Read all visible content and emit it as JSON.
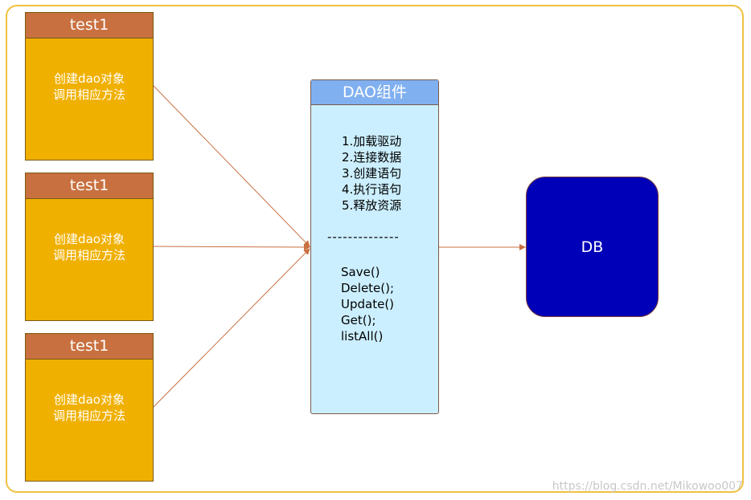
{
  "clients": [
    {
      "title": "test1",
      "line1": "创建dao对象",
      "line2": "调用相应方法"
    },
    {
      "title": "test1",
      "line1": "创建dao对象",
      "line2": "调用相应方法"
    },
    {
      "title": "test1",
      "line1": "创建dao对象",
      "line2": "调用相应方法"
    }
  ],
  "dao": {
    "title": "DAO组件",
    "steps": [
      "1.加载驱动",
      "2.连接数据",
      "3.创建语句",
      "4.执行语句",
      "5.释放资源"
    ],
    "divider": "--------------",
    "methods": [
      "Save()",
      "Delete();",
      "Update()",
      "Get();",
      "listAll()"
    ]
  },
  "db": {
    "label": "DB"
  },
  "watermark": "https://blog.csdn.net/Mikowoo007",
  "colors": {
    "frame": "#f0c040",
    "client_header": "#c87040",
    "client_body": "#f0b000",
    "dao_header": "#80b0f0",
    "dao_body": "#ccefff",
    "db": "#0000b8",
    "connector": "#c87040"
  }
}
